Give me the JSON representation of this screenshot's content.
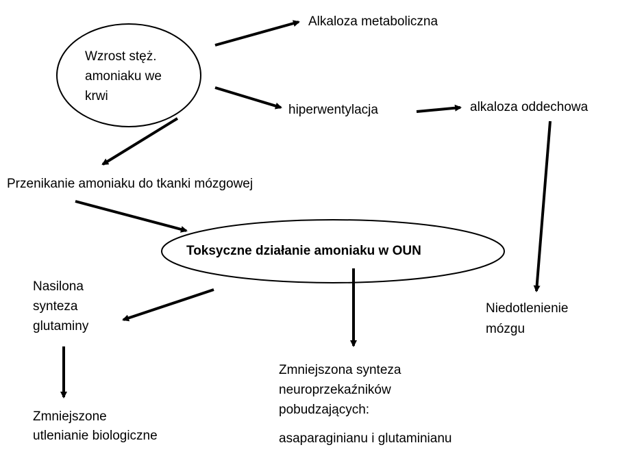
{
  "nodes": {
    "ammonia_blood": [
      "Wzrost stęż.",
      "amoniaku we",
      "krwi"
    ],
    "metabolic_alkalosis": "Alkaloza metaboliczna",
    "hyperventilation": "hiperwentylacja",
    "respiratory_alkalosis": "alkaloza oddechowa",
    "brain_penetration": "Przenikanie amoniaku do tkanki mózgowej",
    "toxic_cns": "Toksyczne działanie amoniaku w OUN",
    "glutamine_synthesis": [
      "Nasilona",
      "synteza",
      "glutaminy"
    ],
    "brain_hypoxia": [
      "Niedotlenienie",
      "mózgu"
    ],
    "reduced_oxidation": [
      "Zmniejszone",
      "utlenianie biologiczne"
    ],
    "reduced_neurotransmitters": [
      "Zmniejszona synteza",
      "neuroprzekaźników",
      "pobudzających:"
    ],
    "aspartate_glutamate": "asaparaginianu i glutaminianu"
  }
}
